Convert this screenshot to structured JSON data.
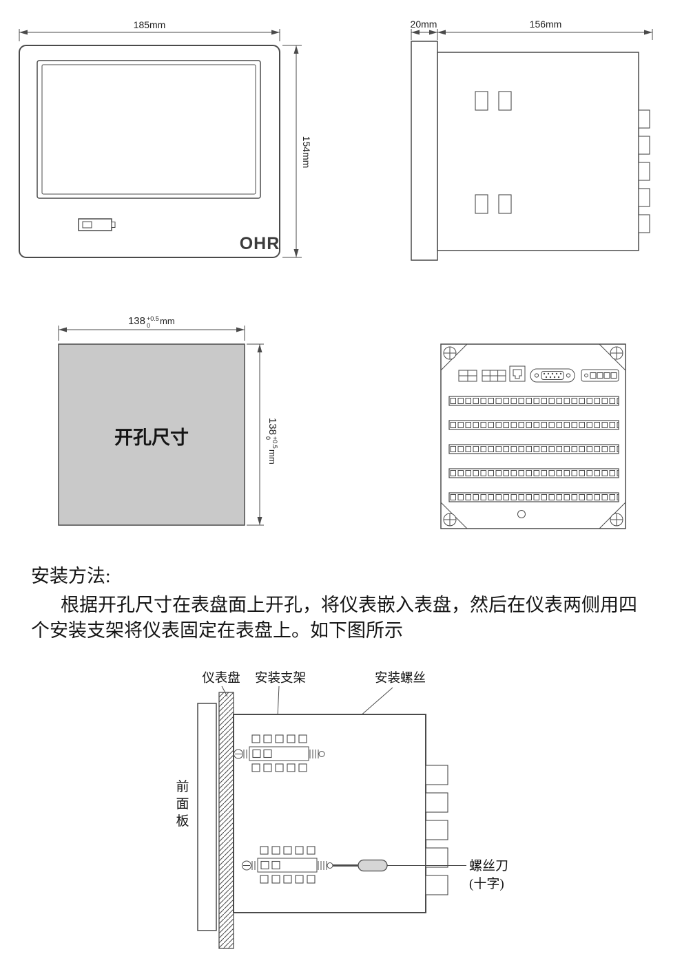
{
  "front_view": {
    "width_dim": "185mm",
    "height_dim": "154mm",
    "brand": "OHR"
  },
  "side_view": {
    "bezel_dim": "20mm",
    "depth_dim": "156mm"
  },
  "cutout_view": {
    "value": "138",
    "tol_sup": "+0.5",
    "tol_sub": "0",
    "unit": "mm",
    "label": "开孔尺寸"
  },
  "instructions": {
    "heading": "安装方法:",
    "line1": "根据开孔尺寸在表盘面上开孔，将仪表嵌入表盘，然后在仪表两侧用四",
    "line2": "个安装支架将仪表固定在表盘上。如下图所示"
  },
  "install_diagram": {
    "panel_label": "仪表盘",
    "bracket_label": "安装支架",
    "screw_label": "安装螺丝",
    "front_panel": [
      "前",
      "面",
      "板"
    ],
    "screwdriver_label": "螺丝刀",
    "screwdriver_type": "(十字)"
  }
}
